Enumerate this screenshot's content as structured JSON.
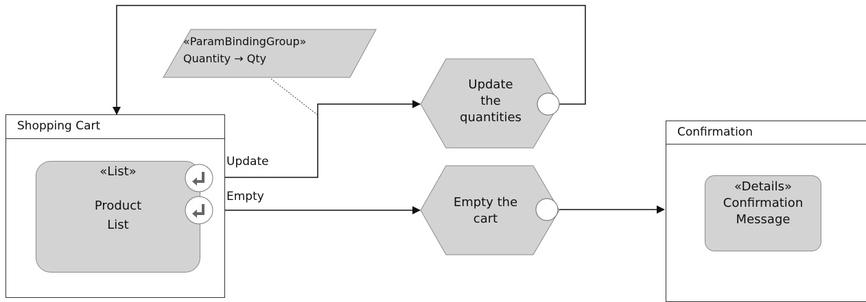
{
  "shopping_cart": {
    "title": "Shopping Cart",
    "list_stereotype": "«List»",
    "list_name_line1": "Product",
    "list_name_line2": "List"
  },
  "flows": {
    "update_label": "Update",
    "empty_label": "Empty"
  },
  "param_binding": {
    "stereotype": "«ParamBindingGroup»",
    "binding": "Quantity → Qty"
  },
  "update_action": {
    "line1": "Update",
    "line2": "the",
    "line3": "quantities"
  },
  "empty_action": {
    "line1": "Empty the",
    "line2": "cart"
  },
  "confirmation": {
    "title": "Confirmation",
    "details_stereotype": "«Details»",
    "details_line1": "Confirmation",
    "details_line2": "Message"
  },
  "colors": {
    "node_fill": "#d3d3d3",
    "stroke": "#333333"
  }
}
